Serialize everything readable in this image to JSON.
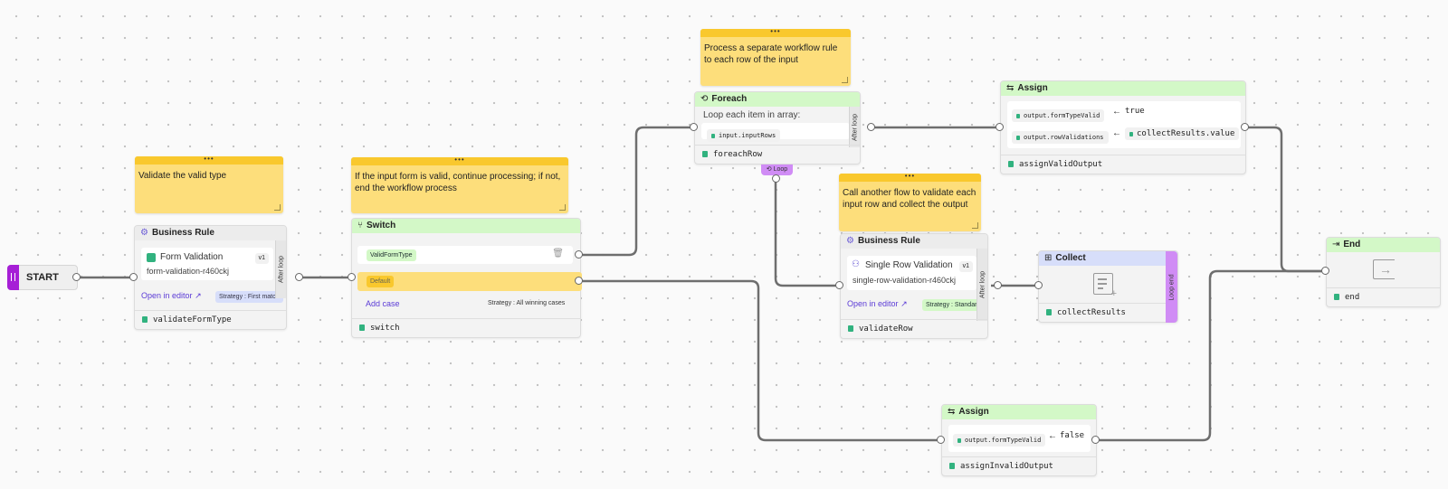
{
  "start": {
    "label": "START"
  },
  "notes": [
    {
      "text": "Validate the valid type"
    },
    {
      "text": "If the input form is valid, continue processing; if not, end the workflow process"
    },
    {
      "text": "Process a separate workflow rule to each row of the input"
    },
    {
      "text": "Call another flow to validate each input row and collect the output"
    }
  ],
  "business_rule_1": {
    "header": "Business Rule",
    "title": "Form Validation",
    "slug": "form-validation-r460ckj",
    "version": "v1",
    "open_label": "Open in editor",
    "strategy": "Strategy : First match",
    "side_tab": "After loop",
    "output": "validateFormType"
  },
  "switch": {
    "header": "Switch",
    "case_label": "ValidFormType",
    "default_label": "Default",
    "add_case": "Add case",
    "strategy": "Strategy : All winning cases",
    "output": "switch"
  },
  "foreach": {
    "header": "Foreach",
    "loop_text": "Loop each item in array:",
    "input_chip": "input.inputRows",
    "side_tab": "After loop",
    "output": "foreachRow",
    "loop_tag": "Loop"
  },
  "assign_valid": {
    "header": "Assign",
    "rows": [
      {
        "target": "output.formTypeValid",
        "arrow": "←",
        "value": "true"
      },
      {
        "target": "output.rowValidations",
        "arrow": "←",
        "value": "collectResults.value"
      }
    ],
    "output": "assignValidOutput"
  },
  "business_rule_2": {
    "header": "Business Rule",
    "title": "Single Row Validation",
    "slug": "single-row-validation-r460ckj",
    "version": "v1",
    "open_label": "Open in editor",
    "strategy": "Strategy : Standard",
    "side_tab": "After loop",
    "output": "validateRow"
  },
  "collect": {
    "header": "Collect",
    "side_tab": "Loop end",
    "output": "collectResults"
  },
  "end": {
    "header": "End",
    "output": "end"
  },
  "assign_invalid": {
    "header": "Assign",
    "target": "output.formTypeValid",
    "arrow": "←",
    "value": "false",
    "output": "assignInvalidOutput"
  },
  "colors": {
    "green_header": "#d3f8c7",
    "blue_header": "#d7defa",
    "note": "#fdde7b",
    "note_header": "#f9c82d",
    "loop_purple": "#d08cf5",
    "link_purple": "#5b3bd6",
    "accent_green": "#31b27f"
  }
}
